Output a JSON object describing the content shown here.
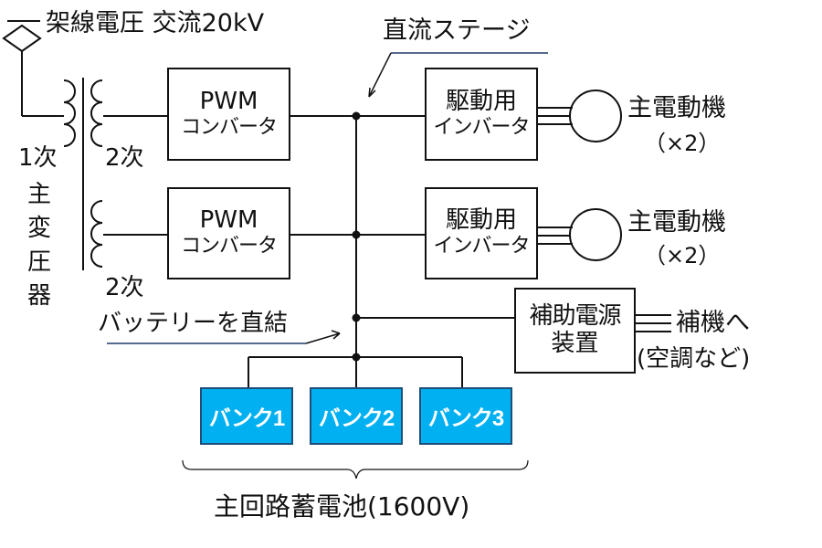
{
  "diagram": {
    "overhead_line": "架線電圧 交流20kV",
    "dc_stage": "直流ステージ",
    "transformer": {
      "primary": "1次",
      "secondary": "2次",
      "name_chars": [
        "主",
        "変",
        "圧",
        "器"
      ]
    },
    "converters": [
      {
        "line1": "PWM",
        "line2": "コンバータ"
      },
      {
        "line1": "PWM",
        "line2": "コンバータ"
      }
    ],
    "inverters": [
      {
        "line1": "駆動用",
        "line2": "インバータ"
      },
      {
        "line1": "駆動用",
        "line2": "インバータ"
      }
    ],
    "motors": [
      {
        "label": "主電動機",
        "count": "（×2）"
      },
      {
        "label": "主電動機",
        "count": "（×2）"
      }
    ],
    "battery_direct": "バッテリーを直結",
    "aux_power": {
      "line1": "補助電源",
      "line2": "装置"
    },
    "aux_load": {
      "line1": "補機へ",
      "line2": "(空調など)"
    },
    "banks": [
      "バンク1",
      "バンク2",
      "バンク3"
    ],
    "battery_label": "主回路蓄電池(1600V)",
    "colors": {
      "bank_fill": "#00b0f0",
      "bank_border": "#1f4e79",
      "callout_underline": "#1f3864",
      "line": "#111111"
    }
  }
}
